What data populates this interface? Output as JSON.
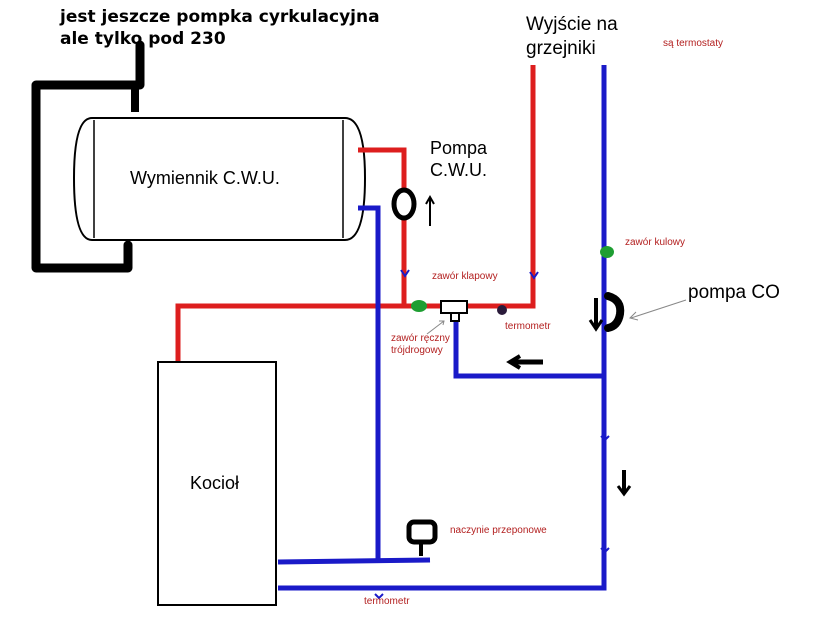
{
  "labels": {
    "note_line1": "jest jeszcze pompka cyrkulacyjna",
    "note_line2": "ale tylko pod 230",
    "output_line1": "Wyjście na",
    "output_line2": "grzejniki",
    "thermostats": "są termostaty",
    "exchanger": "Wymiennik C.W.U.",
    "pump_cwu_line1": "Pompa",
    "pump_cwu_line2": "C.W.U.",
    "ball_valve": "zawór kulowy",
    "check_valve": "zawór klapowy",
    "pump_co": "pompa CO",
    "manual_valve_line1": "zawór ręczny",
    "manual_valve_line2": "trójdrogowy",
    "thermometer_top": "termometr",
    "boiler": "Kocioł",
    "expansion_vessel": "naczynie przeponowe",
    "thermometer_bottom": "termometr"
  },
  "colors": {
    "hot_pipe": "#dd1e1e",
    "cold_pipe": "#1a1ac8",
    "outline": "#000000",
    "valve": "#1e9e32",
    "annotation": "#b32020"
  },
  "icons": {
    "circulation_pump": "pump-icon",
    "co_pump": "pump-icon",
    "arrows": "arrow-icon"
  }
}
